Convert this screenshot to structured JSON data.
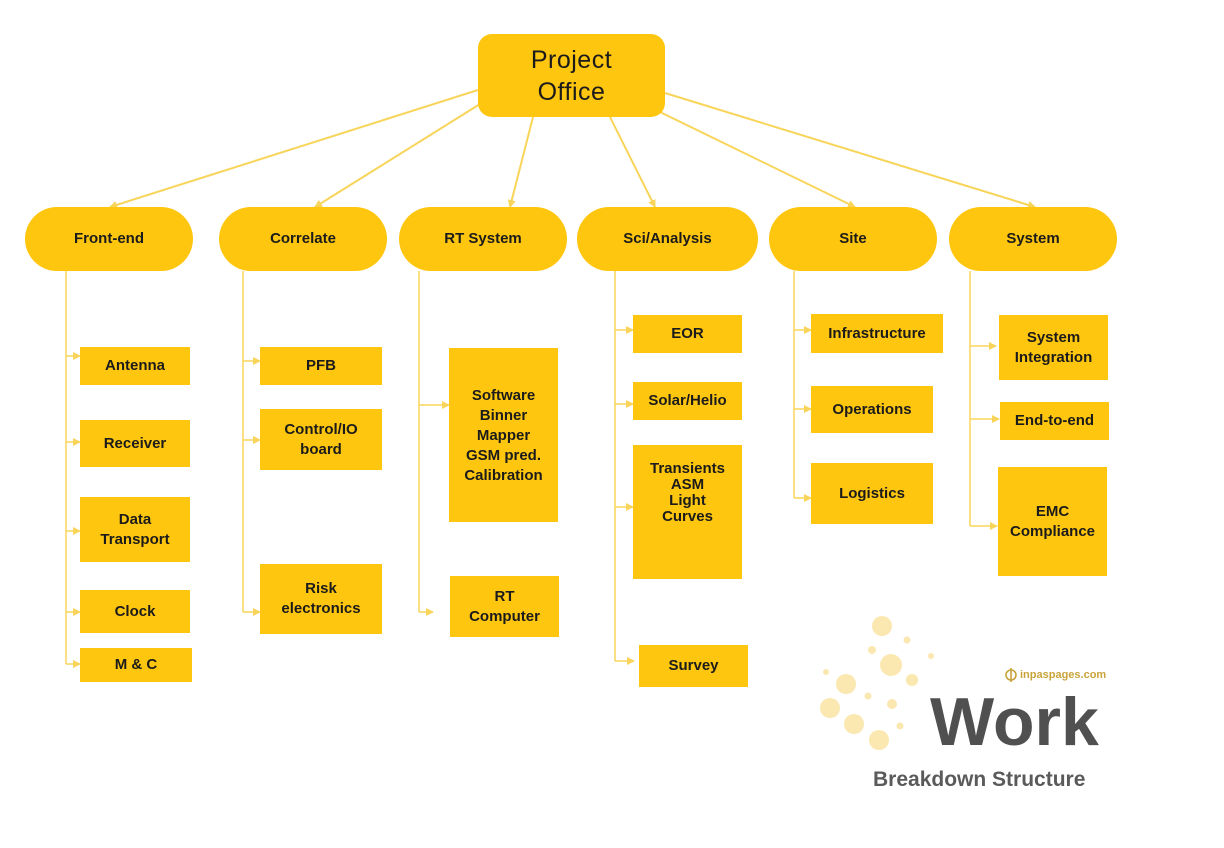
{
  "root": {
    "label": "Project\nOffice"
  },
  "categories": [
    {
      "label": "Front-end",
      "items": [
        "Antenna",
        "Receiver",
        "Data\nTransport",
        "Clock",
        "M & C"
      ]
    },
    {
      "label": "Correlate",
      "items": [
        "PFB",
        "Control/IO\nboard",
        "Risk\nelectronics"
      ]
    },
    {
      "label": "RT System",
      "items": [
        "Software\nBinner\nMapper\nGSM pred.\nCalibration",
        "RT\nComputer"
      ]
    },
    {
      "label": "Sci/Analysis",
      "items": [
        "EOR",
        "Solar/Helio",
        "Transients\nASM\nLight\nCurves",
        "Survey"
      ]
    },
    {
      "label": "Site",
      "items": [
        "Infrastructure",
        "Operations",
        "Logistics"
      ]
    },
    {
      "label": "System",
      "items": [
        "System\nIntegration",
        "End-to-end",
        "EMC\nCompliance"
      ]
    }
  ],
  "branding": {
    "site": "inpaspages.com",
    "title": "Work",
    "subtitle": "Breakdown Structure"
  },
  "colors": {
    "node_fill": "#FFC60F",
    "connector": "#F8D55A",
    "title_text": "#505050",
    "decor_dots": "#FBE8B0"
  }
}
